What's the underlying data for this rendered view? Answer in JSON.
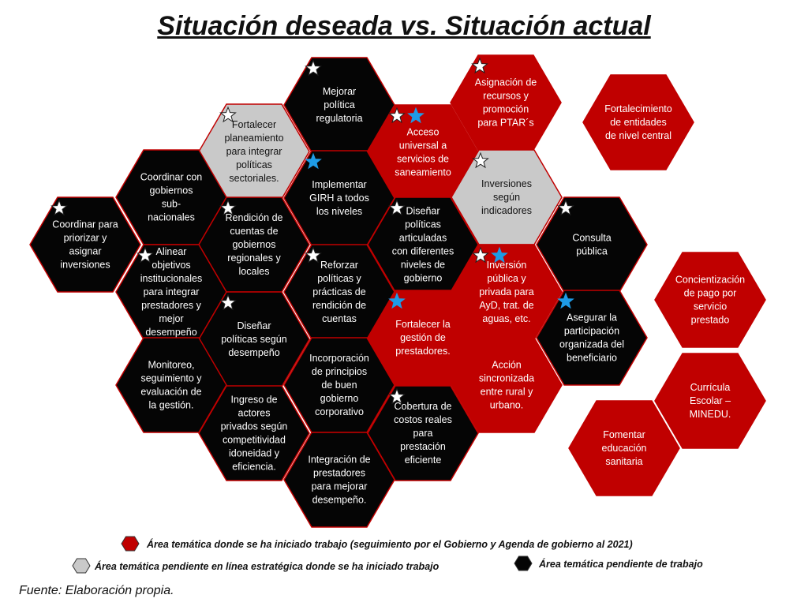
{
  "title": "Situación deseada vs. Situación actual",
  "colors": {
    "red": "#c00000",
    "black": "#050505",
    "gray": "#c9c9c9",
    "outline": "#c00000",
    "star_white": "#ffffff",
    "star_blue": "#1e9be6"
  },
  "hexagons": [
    {
      "id": "mejorar-politica-regulatoria",
      "fill": "black",
      "lines": [
        "Mejorar",
        "política",
        "regulatoria"
      ],
      "stars": [
        "white"
      ]
    },
    {
      "id": "asignacion-recursos",
      "fill": "red",
      "lines": [
        "Asignación de",
        "recursos y",
        "promoción",
        "para PTAR´s"
      ],
      "stars": [
        "white"
      ]
    },
    {
      "id": "fortalecimiento-entidades",
      "fill": "red",
      "lines": [
        "Fortalecimiento",
        "de entidades",
        "de nivel central"
      ],
      "stars": []
    },
    {
      "id": "fortalecer-planeamiento",
      "fill": "gray",
      "lines": [
        "Fortalecer",
        "planeamiento",
        "para integrar",
        "políticas",
        "sectoriales."
      ],
      "stars": [
        "white"
      ]
    },
    {
      "id": "acceso-universal",
      "fill": "red",
      "lines": [
        "Acceso",
        "universal a",
        "servicios de",
        "saneamiento"
      ],
      "stars": [
        "white",
        "blue"
      ]
    },
    {
      "id": "coordinar-gobiernos",
      "fill": "black",
      "lines": [
        "Coordinar con",
        "gobiernos",
        "sub-",
        "nacionales"
      ],
      "stars": []
    },
    {
      "id": "implementar-girh",
      "fill": "black",
      "lines": [
        "Implementar",
        "GIRH a todos",
        "los niveles"
      ],
      "stars": [
        "blue"
      ]
    },
    {
      "id": "inversiones-indicadores",
      "fill": "gray",
      "lines": [
        "Inversiones",
        "según",
        "indicadores"
      ],
      "stars": [
        "white"
      ]
    },
    {
      "id": "coordinar-priorizar",
      "fill": "black",
      "lines": [
        "Coordinar para",
        "priorizar y",
        "asignar",
        "inversiones"
      ],
      "stars": [
        "white"
      ]
    },
    {
      "id": "rendicion-cuentas-gobiernos",
      "fill": "black",
      "lines": [
        "Rendición de",
        "cuentas de",
        "gobiernos",
        "regionales y",
        "locales"
      ],
      "stars": [
        "white"
      ]
    },
    {
      "id": "disenar-politicas-articuladas",
      "fill": "black",
      "lines": [
        "Diseñar",
        "políticas",
        "articuladas",
        "con diferentes",
        "niveles de",
        "gobierno"
      ],
      "stars": [
        "white"
      ]
    },
    {
      "id": "consulta-publica",
      "fill": "black",
      "lines": [
        "Consulta",
        "pública"
      ],
      "stars": [
        "white"
      ]
    },
    {
      "id": "alinear-objetivos",
      "fill": "black",
      "lines": [
        "Alinear",
        "objetivos",
        "institucionales",
        "para integrar",
        "prestadores y",
        "mejor",
        "desempeño"
      ],
      "stars": [
        "white"
      ]
    },
    {
      "id": "reforzar-politicas",
      "fill": "black",
      "lines": [
        "Reforzar",
        "políticas y",
        "prácticas de",
        "rendición de",
        "cuentas"
      ],
      "stars": [
        "white"
      ]
    },
    {
      "id": "inversion-publica-privada",
      "fill": "red",
      "lines": [
        "Inversión",
        "pública y",
        "privada para",
        "AyD, trat. de",
        "aguas, etc."
      ],
      "stars": [
        "white",
        "blue"
      ]
    },
    {
      "id": "concientizacion-pago",
      "fill": "red",
      "lines": [
        "Concientización",
        "de pago por",
        "servicio",
        "prestado"
      ],
      "stars": []
    },
    {
      "id": "disenar-politicas-desempeno",
      "fill": "black",
      "lines": [
        "Diseñar",
        "políticas según",
        "desempeño"
      ],
      "stars": [
        "white"
      ]
    },
    {
      "id": "fortalecer-gestion-prestadores",
      "fill": "red",
      "lines": [
        "Fortalecer  la",
        "gestión de",
        "prestadores."
      ],
      "stars": [
        "blue"
      ]
    },
    {
      "id": "asegurar-participacion",
      "fill": "black",
      "lines": [
        "Asegurar la",
        "participación",
        "organizada del",
        "beneficiario"
      ],
      "stars": [
        "blue"
      ]
    },
    {
      "id": "monitoreo-seguimiento",
      "fill": "black",
      "lines": [
        "Monitoreo,",
        "seguimiento y",
        "evaluación de",
        "la gestión."
      ],
      "stars": []
    },
    {
      "id": "incorporacion-principios",
      "fill": "black",
      "lines": [
        "Incorporación",
        "de principios",
        "de buen",
        "gobierno",
        "corporativo"
      ],
      "stars": []
    },
    {
      "id": "accion-sincronizada",
      "fill": "red",
      "lines": [
        "Acción",
        "sincronizada",
        "entre rural  y",
        "urbano."
      ],
      "stars": []
    },
    {
      "id": "curricula-escolar",
      "fill": "red",
      "lines": [
        "Currícula",
        "Escolar –",
        "MINEDU."
      ],
      "stars": []
    },
    {
      "id": "ingreso-actores-privados",
      "fill": "black",
      "lines": [
        "Ingreso de",
        "actores",
        "privados según",
        "competitividad",
        "idoneidad y",
        "eficiencia."
      ],
      "stars": []
    },
    {
      "id": "cobertura-costos",
      "fill": "black",
      "lines": [
        "Cobertura de",
        "costos reales",
        "para",
        "prestación",
        "eficiente"
      ],
      "stars": [
        "white"
      ]
    },
    {
      "id": "fomentar-educacion",
      "fill": "red",
      "lines": [
        "Fomentar",
        "educación",
        "sanitaria"
      ],
      "stars": []
    },
    {
      "id": "integracion-prestadores",
      "fill": "black",
      "lines": [
        "Integración de",
        "prestadores",
        "para mejorar",
        "desempeño."
      ],
      "stars": []
    }
  ],
  "legend": [
    {
      "id": "red",
      "fill": "red",
      "text": "Área temática donde se ha iniciado trabajo (seguimiento por el Gobierno y Agenda de gobierno al 2021)"
    },
    {
      "id": "gray",
      "fill": "gray",
      "text": "Área temática pendiente en línea estratégica donde se ha iniciado trabajo"
    },
    {
      "id": "black",
      "fill": "black",
      "text": "Área temática pendiente de trabajo"
    }
  ],
  "source": "Fuente: Elaboración propia."
}
